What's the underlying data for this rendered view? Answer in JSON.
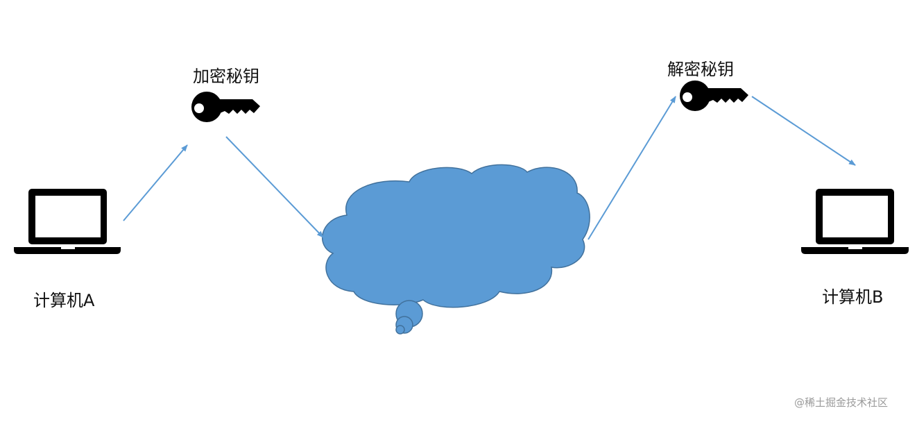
{
  "diagram": {
    "title": "",
    "nodes": {
      "computer_a": {
        "label": "计算机A",
        "icon": "laptop-icon"
      },
      "encrypt_key": {
        "label": "加密秘钥",
        "icon": "key-icon"
      },
      "network": {
        "label": "",
        "icon": "cloud-icon"
      },
      "decrypt_key": {
        "label": "解密秘钥",
        "icon": "key-icon"
      },
      "computer_b": {
        "label": "计算机B",
        "icon": "laptop-icon"
      }
    },
    "edges": [
      {
        "from": "computer_a",
        "to": "encrypt_key"
      },
      {
        "from": "encrypt_key",
        "to": "network"
      },
      {
        "from": "network",
        "to": "decrypt_key"
      },
      {
        "from": "decrypt_key",
        "to": "computer_b"
      }
    ],
    "colors": {
      "arrow": "#5b9bd5",
      "cloud_fill": "#5b9bd5",
      "cloud_stroke": "#41719c",
      "icon": "#000000"
    }
  },
  "watermark": "@稀土掘金技术社区"
}
